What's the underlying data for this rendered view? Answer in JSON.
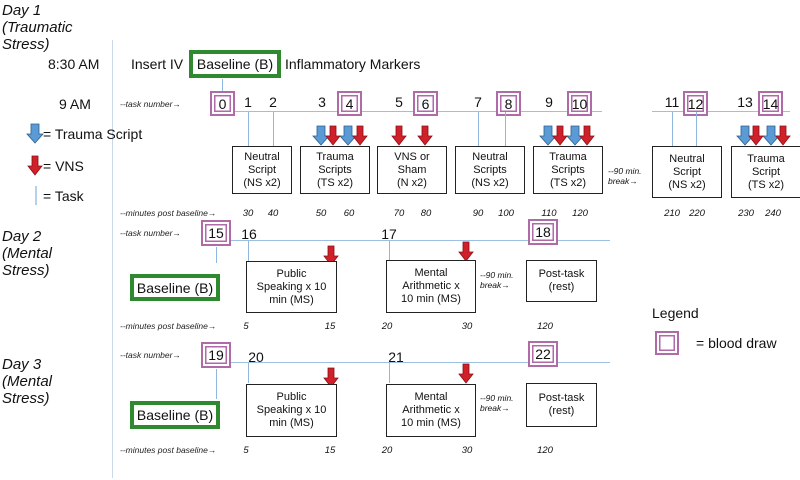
{
  "days": [
    {
      "label": "Day 1\n(Traumatic\nStress)"
    },
    {
      "label": "Day 2\n(Mental\nStress)"
    },
    {
      "label": "Day 3\n(Mental\nStress)"
    }
  ],
  "day1": {
    "time_830": "8:30 AM",
    "insert_iv": "Insert IV",
    "baseline": "Baseline (B)",
    "markers": "Inflammatory Markers",
    "time_9": "9 AM",
    "task_number_label": "--task number→",
    "minutes_label": "--minutes post baseline→",
    "tasks": [
      "0",
      "1",
      "2",
      "3",
      "4",
      "5",
      "6",
      "7",
      "8",
      "9",
      "10",
      "11",
      "12",
      "13",
      "14"
    ],
    "boxes": [
      "Neutral\nScript\n(NS x2)",
      "Trauma\nScripts\n(TS x2)",
      "VNS or\nSham\n(N x2)",
      "Neutral\nScripts\n(NS x2)",
      "Trauma\nScripts\n(TS x2)",
      "Neutral\nScript\n(NS x2)",
      "Trauma\nScript\n(TS x2)"
    ],
    "break": "--90 min.\nbreak→",
    "minutes": [
      "30",
      "40",
      "50",
      "60",
      "70",
      "80",
      "90",
      "100",
      "110",
      "120",
      "210",
      "220",
      "230",
      "240"
    ]
  },
  "day2": {
    "task_number_label": "--task number→",
    "minutes_label": "--minutes post baseline→",
    "tasks": [
      "15",
      "16",
      "17",
      "18"
    ],
    "baseline": "Baseline (B)",
    "boxes": [
      "Public\nSpeaking x 10\nmin (MS)",
      "Mental\nArithmetic x\n10 min (MS)",
      "Post-task\n(rest)"
    ],
    "break": "--90 min.\nbreak→",
    "minutes": [
      "5",
      "15",
      "20",
      "30",
      "120"
    ]
  },
  "day3": {
    "task_number_label": "--task number→",
    "minutes_label": "--minutes post baseline→",
    "tasks": [
      "19",
      "20",
      "21",
      "22"
    ],
    "baseline": "Baseline (B)",
    "boxes": [
      "Public\nSpeaking x 10\nmin (MS)",
      "Mental\nArithmetic x\n10 min (MS)",
      "Post-task\n(rest)"
    ],
    "break": "--90 min.\nbreak→",
    "minutes": [
      "5",
      "15",
      "20",
      "30",
      "120"
    ]
  },
  "key_left": {
    "trauma_script": "= Trauma Script",
    "vns": "= VNS",
    "task": "= Task"
  },
  "legend": {
    "title": "Legend",
    "blood_draw": "= blood draw"
  },
  "colors": {
    "blood_draw_border": "#b06aa8",
    "baseline_border": "#2f8a2f",
    "trauma_arrow": "#5b9bd5",
    "vns_arrow": "#d0202a",
    "task_line": "#8fb6dc"
  }
}
